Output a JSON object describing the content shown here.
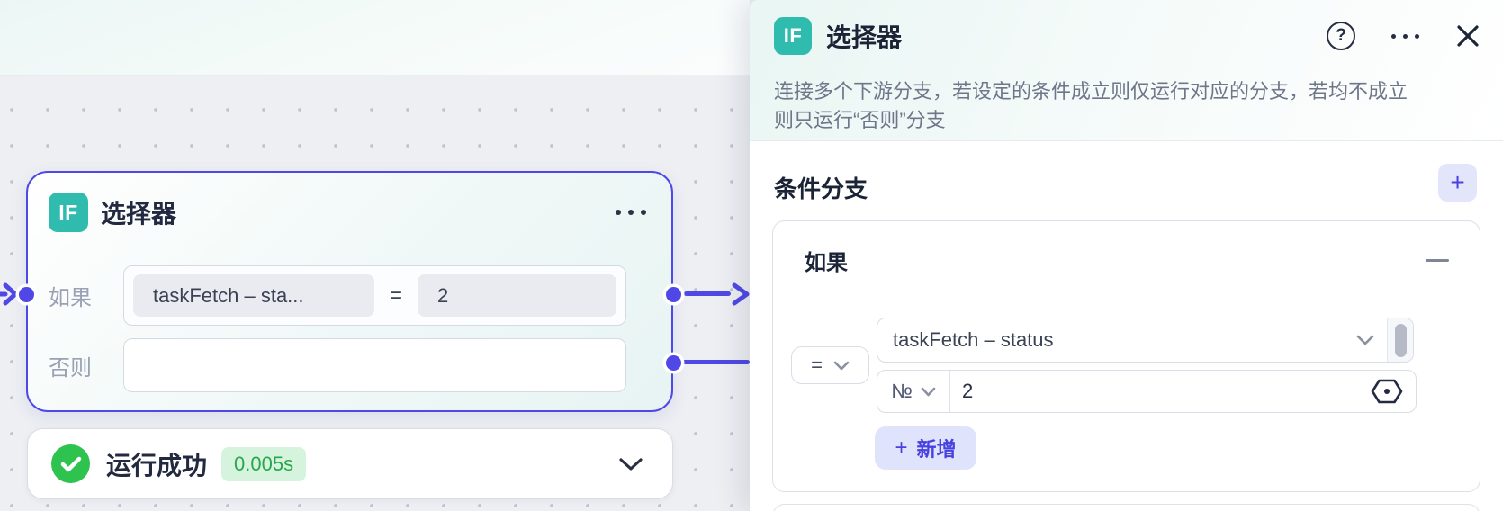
{
  "canvas": {
    "node": {
      "icon_text": "IF",
      "title": "选择器",
      "rows": {
        "if_label": "如果",
        "else_label": "否则",
        "field": "taskFetch – sta...",
        "operator": "=",
        "value": "2"
      }
    },
    "status": {
      "text": "运行成功",
      "duration": "0.005s"
    }
  },
  "panel": {
    "header": {
      "icon_text": "IF",
      "title": "选择器",
      "help_glyph": "?"
    },
    "description": {
      "line1": "连接多个下游分支，若设定的条件成立则仅运行对应的分支，若均不成立",
      "line2": "则只运行“否则”分支"
    },
    "section": {
      "title": "条件分支",
      "add_glyph": "+"
    },
    "card": {
      "title": "如果",
      "operator": "=",
      "field": "taskFetch – status",
      "value_type": "№",
      "value": "2",
      "add_plus": "+",
      "add_label": "新增"
    }
  },
  "colors": {
    "accent": "#4f48e6",
    "node_icon_teal": "#2fbcae",
    "success_green": "#2ec24f"
  }
}
